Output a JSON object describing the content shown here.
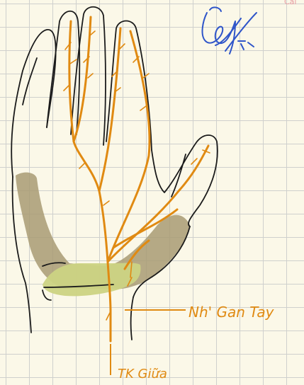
{
  "labels": {
    "palmar_aponeurosis": "Nh' Gan Tay",
    "median_nerve": "TK Giữa",
    "corner_fragment": "Cal"
  },
  "colors": {
    "paper": "#fbf8e8",
    "grid": "#cfd0cd",
    "nerve": "#e08a12",
    "outline": "#1b1b1b",
    "muscle_dark": "#a89b73",
    "muscle_light": "#ccd383",
    "signature_ink": "#2f55c9",
    "corner_text": "#e79aa0"
  },
  "icons": {
    "signature": "handwritten-signature"
  }
}
